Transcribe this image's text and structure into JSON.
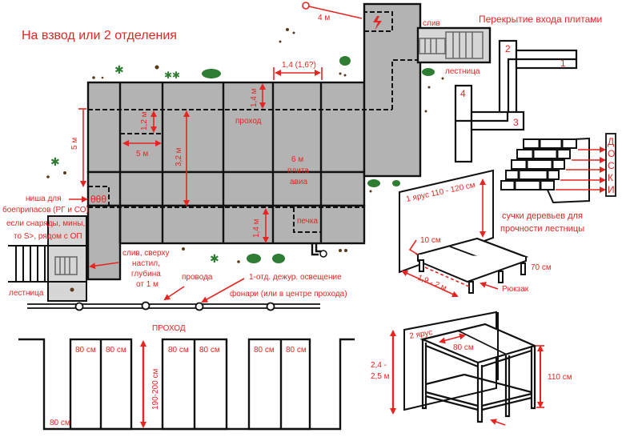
{
  "title": "На взвод или 2 отделения",
  "colors": {
    "accent": "#e52521",
    "fill_gray": "#b3b3b3",
    "line": "#111111",
    "bush": "#2e7d32"
  },
  "plan": {
    "distance_4m": "4 м",
    "width_14_16": "1,4 (1,6?)",
    "height_14_top": "1,4 м",
    "passage": "проход",
    "niche_12": "1,2 м",
    "niche_5m": "5 м",
    "height_32": "3,2 м",
    "length_5m": "5 м",
    "slab_6m": "6 м",
    "slab_type": "плита",
    "slab_avia": "авиа",
    "height_14_bottom": "1,4 м",
    "stove": "печка",
    "drain_top": "слив",
    "stairs_top": "лестница",
    "ammo_niche_line1": "ниша для",
    "ammo_niche_line2": "боеприпасов (РГ и СО)",
    "shells_line1": "если снаряды, мины,",
    "shells_line2": "то S>, рядом с ОП",
    "stairs_left": "лестница",
    "drain_left_line1": "слив, сверху",
    "drain_left_line2": "настил,",
    "drain_left_line3": "глубина",
    "drain_left_line4": "от 1 м",
    "wires": "провода",
    "duty_light": "1-отд. дежур. освещение",
    "lanterns": "фонари (или в центре прохода)",
    "ammo_icon": "θθθ"
  },
  "entrance": {
    "title": "Перекрытие входа плитами",
    "slabs": [
      "1",
      "2",
      "3",
      "4"
    ]
  },
  "stairs_detail": {
    "boards_letters": [
      "Д",
      "О",
      "С",
      "К",
      "И"
    ],
    "note_line1": "сучки деревьев для",
    "note_line2": "прочности лестницы"
  },
  "bunk1": {
    "tier": "1 ярус 110 - 120 см",
    "gap": "10 см",
    "length": "1,9 - 2 м",
    "height": "70 см",
    "backpack": "Рюкзак"
  },
  "section": {
    "passage": "ПРОХОД",
    "bed_widths": [
      "80 см",
      "80 см",
      "80 см",
      "80 см",
      "80 см",
      "80 см"
    ],
    "height": "190-200 см",
    "corner_width": "80 см"
  },
  "bunk2": {
    "tier": "2 ярус",
    "width": "80 см",
    "total_line1": "2,4 -",
    "total_line2": "2,5 м",
    "height": "110 см"
  }
}
